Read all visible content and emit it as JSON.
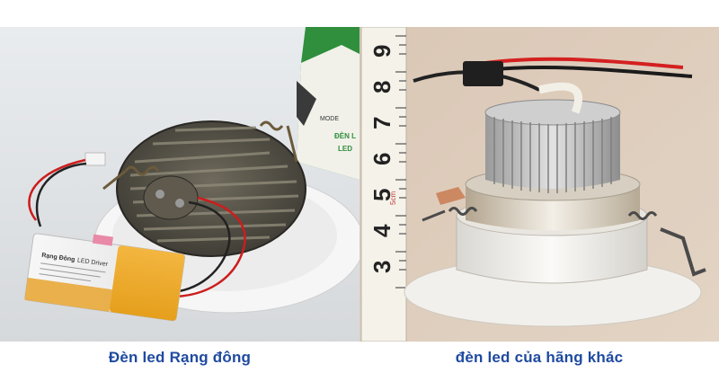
{
  "theme": {
    "caption_color": "#1f4aa0",
    "background": "#ffffff"
  },
  "left_panel": {
    "caption": "Đèn led Rạng đông",
    "box_text": "MODE",
    "box_text_2": "ĐÈN L",
    "box_text_3": "LED",
    "driver_brand": "Rạng Đông",
    "driver_title": "LED Driver"
  },
  "right_panel": {
    "caption": "đèn led của hãng khác",
    "ruler_digits": [
      "9",
      "8",
      "7",
      "6",
      "5",
      "4",
      "3"
    ],
    "ruler_unit": "5cm"
  }
}
